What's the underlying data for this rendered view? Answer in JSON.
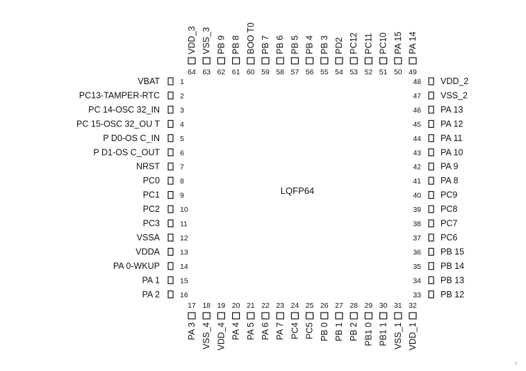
{
  "chip": {
    "name": "LQFP64"
  },
  "pins": {
    "left": [
      {
        "n": "1",
        "label": "VBAT"
      },
      {
        "n": "2",
        "label": "PC13-TAMPER-RTC"
      },
      {
        "n": "3",
        "label": "PC 14-OSC 32_IN"
      },
      {
        "n": "4",
        "label": "PC 15-OSC 32_OU T"
      },
      {
        "n": "5",
        "label": "P D0-OS C_IN"
      },
      {
        "n": "6",
        "label": "P D1-OS C_OUT"
      },
      {
        "n": "7",
        "label": "NRST"
      },
      {
        "n": "8",
        "label": "PC0"
      },
      {
        "n": "9",
        "label": "PC1"
      },
      {
        "n": "10",
        "label": "PC2"
      },
      {
        "n": "11",
        "label": "PC3"
      },
      {
        "n": "12",
        "label": "VSSA"
      },
      {
        "n": "13",
        "label": "VDDA"
      },
      {
        "n": "14",
        "label": "PA 0-WKUP"
      },
      {
        "n": "15",
        "label": "PA 1"
      },
      {
        "n": "16",
        "label": "PA 2"
      }
    ],
    "bottom": [
      {
        "n": "17",
        "label": "PA 3"
      },
      {
        "n": "18",
        "label": "VSS_4"
      },
      {
        "n": "19",
        "label": "VDD_4"
      },
      {
        "n": "20",
        "label": "PA 4"
      },
      {
        "n": "21",
        "label": "PA 5"
      },
      {
        "n": "22",
        "label": "PA 6"
      },
      {
        "n": "23",
        "label": "PA 7"
      },
      {
        "n": "24",
        "label": "PC4"
      },
      {
        "n": "25",
        "label": "PC5"
      },
      {
        "n": "26",
        "label": "PB 0"
      },
      {
        "n": "27",
        "label": "PB 1"
      },
      {
        "n": "28",
        "label": "PB 2"
      },
      {
        "n": "29",
        "label": "PB1 0"
      },
      {
        "n": "30",
        "label": "PB1 1"
      },
      {
        "n": "31",
        "label": "VSS_1"
      },
      {
        "n": "32",
        "label": "VDD_1"
      }
    ],
    "right": [
      {
        "n": "48",
        "label": "VDD_2"
      },
      {
        "n": "47",
        "label": "VSS_2"
      },
      {
        "n": "46",
        "label": "PA 13"
      },
      {
        "n": "45",
        "label": "PA 12"
      },
      {
        "n": "44",
        "label": "PA 11"
      },
      {
        "n": "43",
        "label": "PA 10"
      },
      {
        "n": "42",
        "label": "PA 9"
      },
      {
        "n": "41",
        "label": "PA 8"
      },
      {
        "n": "40",
        "label": "PC9"
      },
      {
        "n": "39",
        "label": "PC8"
      },
      {
        "n": "38",
        "label": "PC7"
      },
      {
        "n": "37",
        "label": "PC6"
      },
      {
        "n": "36",
        "label": "PB 15"
      },
      {
        "n": "35",
        "label": "PB 14"
      },
      {
        "n": "34",
        "label": "PB 13"
      },
      {
        "n": "33",
        "label": "PB 12"
      }
    ],
    "top": [
      {
        "n": "64",
        "label": "VDD_3"
      },
      {
        "n": "63",
        "label": "VSS_3"
      },
      {
        "n": "62",
        "label": "PB 9"
      },
      {
        "n": "61",
        "label": "PB 8"
      },
      {
        "n": "60",
        "label": "BOO T0"
      },
      {
        "n": "59",
        "label": "PB 7"
      },
      {
        "n": "58",
        "label": "PB 6"
      },
      {
        "n": "57",
        "label": "PB 5"
      },
      {
        "n": "56",
        "label": "PB 4"
      },
      {
        "n": "55",
        "label": "PB 3"
      },
      {
        "n": "54",
        "label": "PD2"
      },
      {
        "n": "53",
        "label": "PC12"
      },
      {
        "n": "52",
        "label": "PC11"
      },
      {
        "n": "51",
        "label": "PC10"
      },
      {
        "n": "50",
        "label": "PA 15"
      },
      {
        "n": "49",
        "label": "PA 14"
      }
    ]
  },
  "footer_mark": "ı"
}
